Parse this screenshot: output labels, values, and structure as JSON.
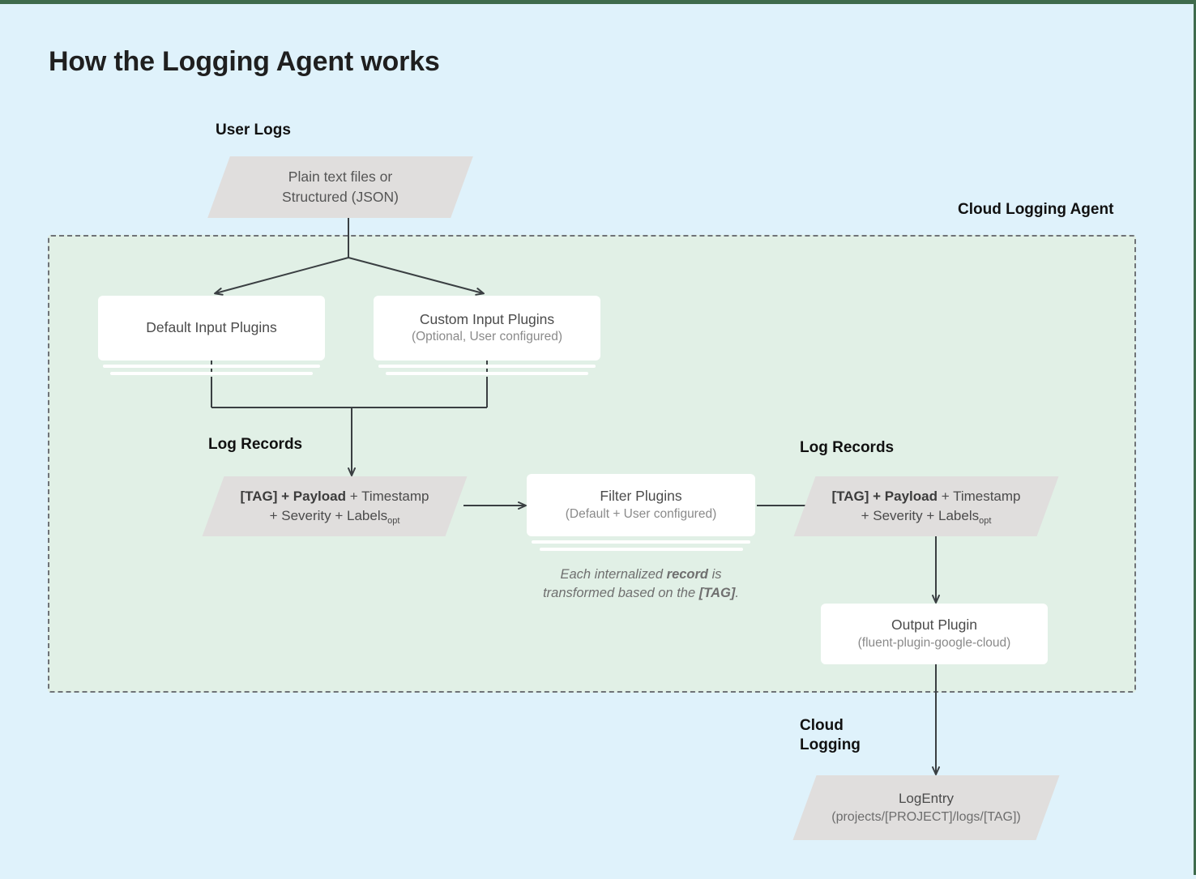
{
  "page": {
    "title": "How the Logging Agent works",
    "background_color": "#dff2fb",
    "accent_border_color": "#3f6b4c"
  },
  "labels": {
    "user_logs": "User Logs",
    "cloud_logging_agent": "Cloud Logging Agent",
    "log_records_left": "Log Records",
    "log_records_right": "Log Records",
    "cloud_logging": "Cloud\nLogging"
  },
  "nodes": {
    "user_logs_source": {
      "shape": "parallelogram",
      "line1": "Plain text files or",
      "line2": "Structured (JSON)",
      "fill": "#e0dedd"
    },
    "default_input_plugins": {
      "shape": "stacked-card",
      "title": "Default Input Plugins",
      "subtitle": "",
      "fill": "#ffffff"
    },
    "custom_input_plugins": {
      "shape": "stacked-card",
      "title": "Custom Input Plugins",
      "subtitle": "(Optional, User configured)",
      "fill": "#ffffff"
    },
    "log_record_left": {
      "shape": "parallelogram",
      "line1_a": "[TAG] + Payload",
      "line1_b": " + Timestamp",
      "line2_a": "+ Severity + Labels",
      "line2_sub": "opt",
      "fill": "#e0dedd"
    },
    "filter_plugins": {
      "shape": "stacked-card",
      "title": "Filter Plugins",
      "subtitle": "(Default + User configured)",
      "fill": "#ffffff"
    },
    "log_record_right": {
      "shape": "parallelogram",
      "line1_a": "[TAG] + Payload",
      "line1_b": " + Timestamp",
      "line2_a": "+ Severity + Labels",
      "line2_sub": "opt",
      "fill": "#e0dedd"
    },
    "output_plugin": {
      "shape": "card",
      "title": "Output Plugin",
      "subtitle": "(fluent-plugin-google-cloud)",
      "fill": "#ffffff"
    },
    "log_entry": {
      "shape": "parallelogram",
      "title": "LogEntry",
      "subtitle": "(projects/[PROJECT]/logs/[TAG])",
      "fill": "#e0dedd"
    }
  },
  "annotation": {
    "line1_a": "Each internalized ",
    "line1_b": "record",
    "line1_c": " is",
    "line2_a": "transformed based on the ",
    "line2_b": "[TAG]",
    "line2_c": "."
  },
  "container": {
    "agent_region_fill": "#e1f0e6",
    "agent_region_border": "#6f7377"
  }
}
